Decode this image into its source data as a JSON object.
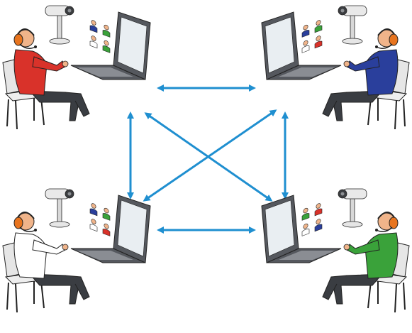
{
  "diagram": {
    "type": "video-conference-mesh",
    "participants": [
      {
        "id": "top-left",
        "shirt": "red",
        "facing": "right"
      },
      {
        "id": "top-right",
        "shirt": "blue",
        "facing": "left"
      },
      {
        "id": "bottom-left",
        "shirt": "white",
        "facing": "right"
      },
      {
        "id": "bottom-right",
        "shirt": "green",
        "facing": "left"
      }
    ],
    "connections": [
      {
        "from": "top-left",
        "to": "top-right",
        "style": "double-arrow"
      },
      {
        "from": "bottom-left",
        "to": "bottom-right",
        "style": "double-arrow"
      },
      {
        "from": "top-left",
        "to": "bottom-left",
        "style": "double-arrow"
      },
      {
        "from": "top-right",
        "to": "bottom-right",
        "style": "double-arrow"
      },
      {
        "from": "top-left",
        "to": "bottom-right",
        "style": "double-arrow"
      },
      {
        "from": "top-right",
        "to": "bottom-left",
        "style": "double-arrow"
      }
    ],
    "colors": {
      "arrow": "#1f8fd0",
      "red": "#d9322a",
      "blue": "#2a3f9c",
      "green": "#3aa23a",
      "white": "#ffffff",
      "headset": "#e8741e",
      "laptop": "#55585e",
      "outline": "#222222",
      "chair": "#e6e6e6"
    }
  }
}
